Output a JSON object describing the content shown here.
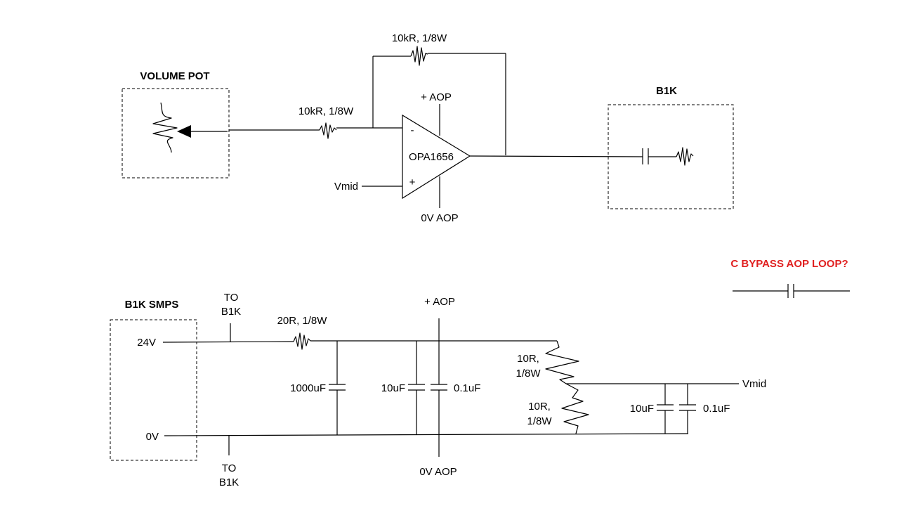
{
  "opamp": {
    "name": "OPA1656",
    "minus": "-",
    "plus": "+",
    "supply_pos": "+ AOP",
    "supply_neg": "0V AOP",
    "vmid": "Vmid"
  },
  "resistors": {
    "feedback": "10kR, 1/8W",
    "input": "10kR, 1/8W",
    "supply": "20R, 1/8W",
    "div_top_a": "10R,",
    "div_top_b": "1/8W",
    "div_bot_a": "10R,",
    "div_bot_b": "1/8W"
  },
  "blocks": {
    "volume_pot": "VOLUME POT",
    "b1k": "B1K",
    "smps": "B1K SMPS"
  },
  "psu": {
    "v24": "24V",
    "v0": "0V",
    "to_b1k_top_a": "TO",
    "to_b1k_top_b": "B1K",
    "to_b1k_bot_a": "TO",
    "to_b1k_bot_b": "B1K",
    "aop_pos": "+ AOP",
    "aop_neg": "0V AOP",
    "vmid": "Vmid"
  },
  "caps": {
    "bulk": "1000uF",
    "c10_a": "10uF",
    "c01_a": "0.1uF",
    "c10_b": "10uF",
    "c01_b": "0.1uF"
  },
  "note": {
    "text": "C BYPASS AOP LOOP?",
    "color": "#e02020"
  }
}
